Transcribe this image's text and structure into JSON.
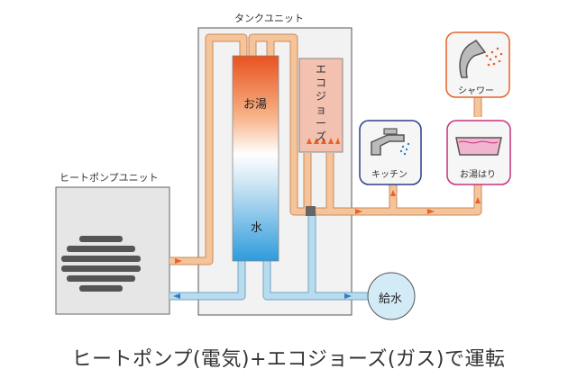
{
  "labels": {
    "tank_unit": "タンクユニット",
    "heat_pump_unit": "ヒートポンプユニット",
    "hot_water": "お湯",
    "water": "水",
    "eco_jozu": "エコジョーズ",
    "shower": "シャワー",
    "kitchen": "キッチン",
    "bath": "お湯はり",
    "water_supply": "給水"
  },
  "caption": "ヒートポンプ(電気)+エコジョーズ(ガス)で運転",
  "colors": {
    "hot_pipe": "#f5c49a",
    "hot_pipe_edge": "#c98a5a",
    "cold_pipe": "#b8dbee",
    "cold_pipe_edge": "#6fa3c6",
    "hot_arrow": "#e8622a",
    "cold_arrow": "#2f7fc0",
    "shower_border": "#e8622a",
    "kitchen_border": "#2e3d8a",
    "bath_border": "#c8307e"
  }
}
